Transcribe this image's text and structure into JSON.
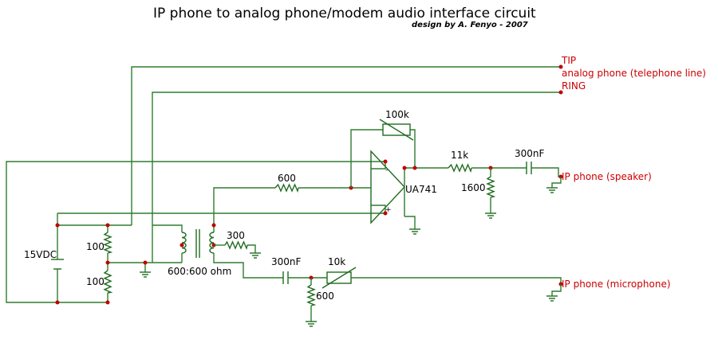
{
  "title": "IP phone to analog phone/modem audio interface circuit",
  "subtitle": "design by A. Fenyo - 2007",
  "terminals": {
    "tip": "TIP",
    "analog_phone": "analog phone (telephone line)",
    "ring": "RING",
    "speaker": "IP phone (speaker)",
    "microphone": "IP phone (microphone)"
  },
  "components": {
    "r_feedback": "100k",
    "r_11k": "11k",
    "c_300nf_top": "300nF",
    "r_600_input": "600",
    "opamp": "UA741",
    "opamp_minus": "-",
    "opamp_plus": "+",
    "r_1600": "1600",
    "supply": "15VDC",
    "r_100_top": "100",
    "r_100_bottom": "100",
    "r_300": "300",
    "transformer": "600:600 ohm",
    "c_300nf_bottom": "300nF",
    "r_10k": "10k",
    "r_600_mic": "600"
  },
  "colors": {
    "wire": "#2e7d2e",
    "junction": "#c00000",
    "terminal_label": "#cc0000"
  }
}
